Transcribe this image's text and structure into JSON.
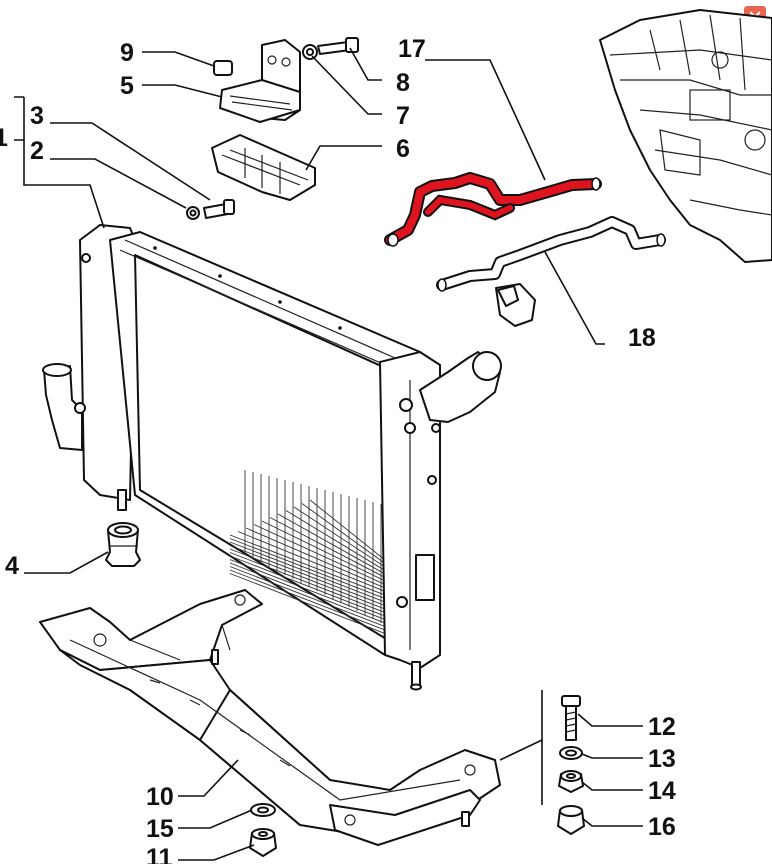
{
  "diagram": {
    "labels": {
      "p1": "1",
      "p2": "2",
      "p3": "3",
      "p4": "4",
      "p5": "5",
      "p6": "6",
      "p7": "7",
      "p8": "8",
      "p9": "9",
      "p10": "10",
      "p11": "11",
      "p12": "12",
      "p13": "13",
      "p14": "14",
      "p15": "15",
      "p16": "16",
      "p17": "17",
      "p18": "18"
    },
    "colors": {
      "highlight": "#e0141e",
      "ink": "#111111",
      "close_button": "#e8654f"
    },
    "highlighted_part": "17"
  },
  "window": {
    "close_icon": "close-icon"
  }
}
